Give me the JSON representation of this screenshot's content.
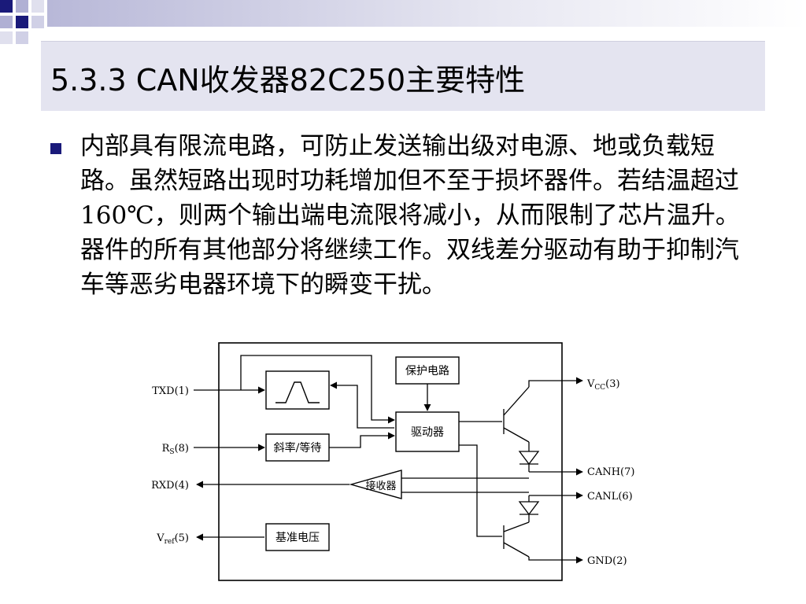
{
  "slide": {
    "title": "5.3.3 CAN收发器82C250主要特性",
    "body": "内部具有限流电路，可防止发送输出级对电源、地或负载短路。虽然短路出现时功耗增加但不至于损坏器件。若结温超过160℃，则两个输出端电流限将减小，从而限制了芯片温升。器件的所有其他部分将继续工作。双线差分驱动有助于抑制汽车等恶劣电器环境下的瞬变干扰。"
  },
  "diagram": {
    "blocks": {
      "protect": "保护电路",
      "driver": "驱动器",
      "slope": "斜率/等待",
      "receiver": "接收器",
      "reference": "基准电压"
    },
    "pins": {
      "txd": "TXD(1)",
      "rs_main": "R",
      "rs_sub": "S",
      "rs_num": "(8)",
      "rxd": "RXD(4)",
      "vref_main": "V",
      "vref_sub": "ref",
      "vref_num": "(5)",
      "vcc_main": "V",
      "vcc_sub": "CC",
      "vcc_num": "(3)",
      "canh": "CANH(7)",
      "canl": "CANL(6)",
      "gnd": "GND(2)"
    }
  },
  "colors": {
    "bullet": "#1a1a7a",
    "title_bg": "#e4e4f0"
  }
}
